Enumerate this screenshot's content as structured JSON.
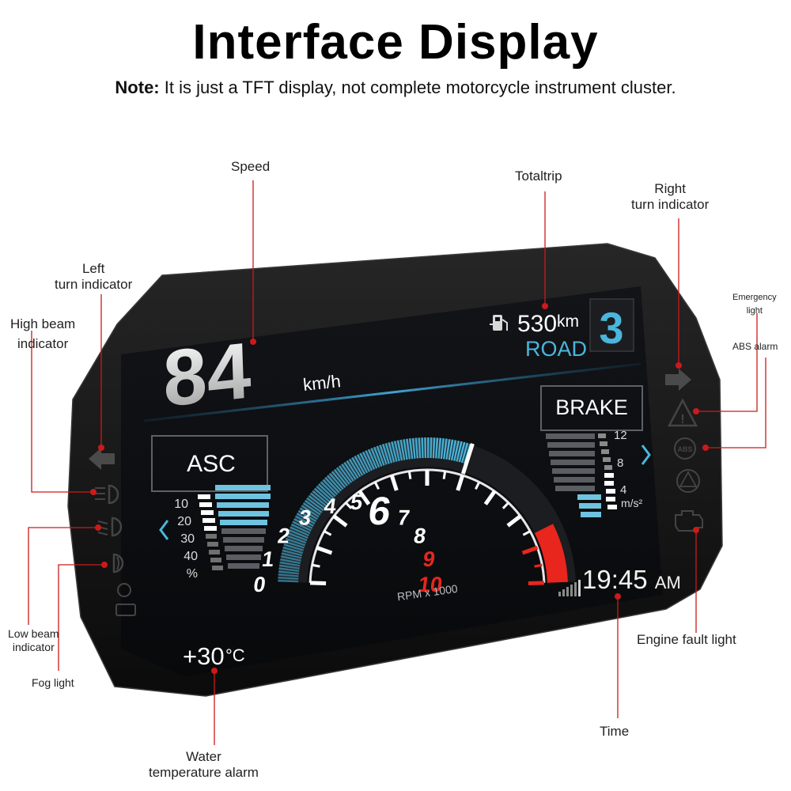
{
  "header": {
    "title": "Interface Display",
    "note_label": "Note:",
    "note_text": " It is just a TFT display, not complete motorcycle instrument cluster."
  },
  "labels": {
    "speed": "Speed",
    "totaltrip": "Totaltrip",
    "right_turn_1": "Right",
    "right_turn_2": "turn indicator",
    "left_turn_1": "Left",
    "left_turn_2": "turn indicator",
    "high_beam_1": "High beam",
    "high_beam_2": "indicator",
    "emergency_1": "Emergency",
    "emergency_2": "light",
    "abs_alarm": "ABS alarm",
    "low_beam_1": "Low beam",
    "low_beam_2": "indicator",
    "fog_light": "Fog light",
    "engine_fault": "Engine fault light",
    "time": "Time",
    "water_1": "Water",
    "water_2": "temperature alarm"
  },
  "display": {
    "speed": "84",
    "speed_unit": "km/h",
    "trip_value": "530",
    "trip_unit": "km",
    "mode": "ROAD",
    "gear": "3",
    "asc": "ASC",
    "brake": "BRAKE",
    "asc_scale": [
      "10",
      "20",
      "30",
      "40",
      "%"
    ],
    "brake_scale": [
      "12",
      "8",
      "4"
    ],
    "brake_unit": "m/s²",
    "rpm_label": "RPM x 1000",
    "rpm_ticks": [
      "0",
      "1",
      "2",
      "3",
      "4",
      "5",
      "6",
      "7",
      "8",
      "9",
      "10"
    ],
    "rpm_current": 6,
    "time": "19:45",
    "ampm": "AM",
    "temperature": "+30",
    "temp_unit": "°C",
    "abs_icon_text": "ABS"
  },
  "colors": {
    "accent_blue": "#4bb6dc",
    "redline": "#e8261e",
    "pointer": "#cc1a1a",
    "bezel": "#141414",
    "screen": "#0c0d10"
  }
}
